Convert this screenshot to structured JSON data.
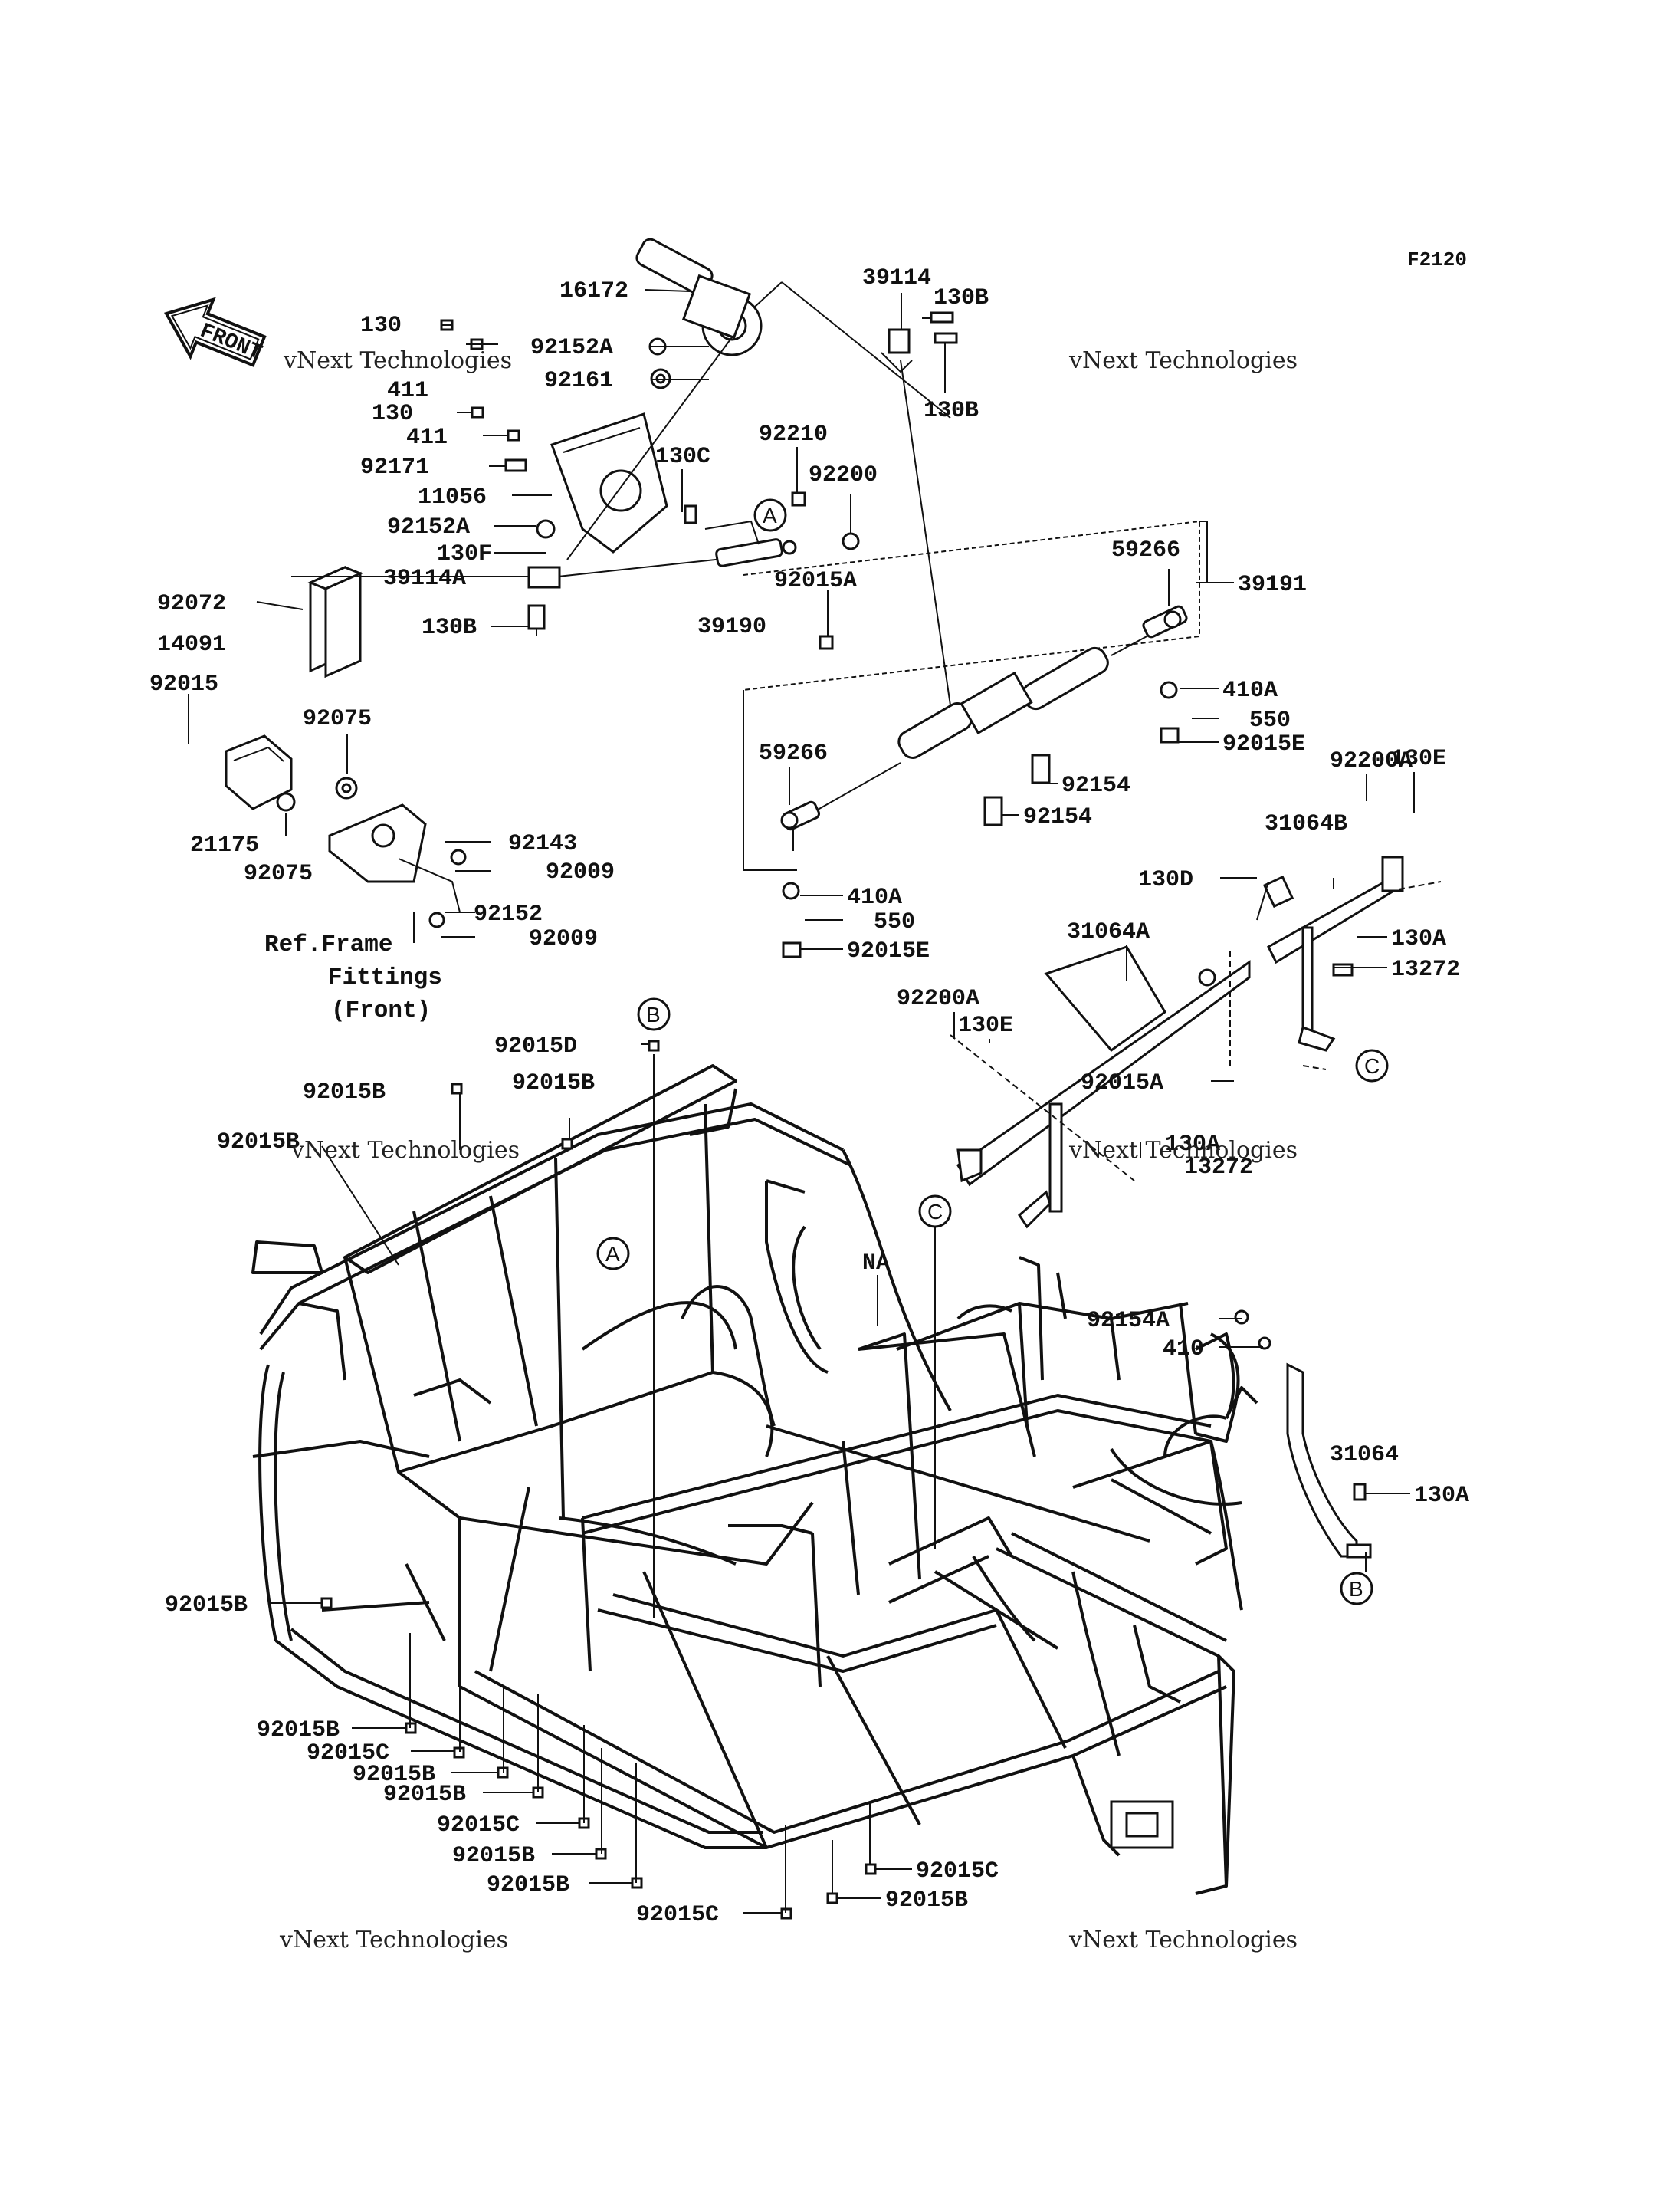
{
  "diagram_code": "F2120",
  "front_arrow_label": "FRONT",
  "labels": [
    {
      "id": "16172",
      "text": "16172"
    },
    {
      "id": "92152A_top",
      "text": "92152A"
    },
    {
      "id": "92161",
      "text": "92161"
    },
    {
      "id": "130_a",
      "text": "130"
    },
    {
      "id": "411_a",
      "text": "411"
    },
    {
      "id": "130_b",
      "text": "130"
    },
    {
      "id": "411_b",
      "text": "411"
    },
    {
      "id": "92171",
      "text": "92171"
    },
    {
      "id": "11056",
      "text": "11056"
    },
    {
      "id": "92152A_mid",
      "text": "92152A"
    },
    {
      "id": "130F",
      "text": "130F"
    },
    {
      "id": "39114A",
      "text": "39114A"
    },
    {
      "id": "130B_left",
      "text": "130B"
    },
    {
      "id": "92072",
      "text": "92072"
    },
    {
      "id": "14091",
      "text": "14091"
    },
    {
      "id": "130C",
      "text": "130C"
    },
    {
      "id": "92210",
      "text": "92210"
    },
    {
      "id": "92200",
      "text": "92200"
    },
    {
      "id": "39190",
      "text": "39190"
    },
    {
      "id": "92015A_top",
      "text": "92015A"
    },
    {
      "id": "39114",
      "text": "39114"
    },
    {
      "id": "130B_top",
      "text": "130B"
    },
    {
      "id": "130B_top2",
      "text": "130B"
    },
    {
      "id": "59266_r",
      "text": "59266"
    },
    {
      "id": "39191",
      "text": "39191"
    },
    {
      "id": "410A_r",
      "text": "410A"
    },
    {
      "id": "550_r",
      "text": "550"
    },
    {
      "id": "92015E_r",
      "text": "92015E"
    },
    {
      "id": "92154_a",
      "text": "92154"
    },
    {
      "id": "92154_b",
      "text": "92154"
    },
    {
      "id": "59266_l",
      "text": "59266"
    },
    {
      "id": "410A_l",
      "text": "410A"
    },
    {
      "id": "550_l",
      "text": "550"
    },
    {
      "id": "92015E_l",
      "text": "92015E"
    },
    {
      "id": "92200A_r",
      "text": "92200A"
    },
    {
      "id": "130E_r",
      "text": "130E"
    },
    {
      "id": "31064B",
      "text": "31064B"
    },
    {
      "id": "130D",
      "text": "130D"
    },
    {
      "id": "31064A",
      "text": "31064A"
    },
    {
      "id": "130A_r",
      "text": "130A"
    },
    {
      "id": "13272",
      "text": "13272"
    },
    {
      "id": "92200A_l",
      "text": "92200A"
    },
    {
      "id": "130E_l",
      "text": "130E"
    },
    {
      "id": "92015A_mid",
      "text": "92015A"
    },
    {
      "id": "130A_mid",
      "text": "130A"
    },
    {
      "id": "13272_mid",
      "text": "13272"
    },
    {
      "id": "92015",
      "text": "92015"
    },
    {
      "id": "92075_a",
      "text": "92075"
    },
    {
      "id": "21175",
      "text": "21175"
    },
    {
      "id": "92075_b",
      "text": "92075"
    },
    {
      "id": "92143",
      "text": "92143"
    },
    {
      "id": "92009_a",
      "text": "92009"
    },
    {
      "id": "92152",
      "text": "92152"
    },
    {
      "id": "92009_b",
      "text": "92009"
    },
    {
      "id": "92015D",
      "text": "92015D"
    },
    {
      "id": "92015B_1",
      "text": "92015B"
    },
    {
      "id": "92015B_2",
      "text": "92015B"
    },
    {
      "id": "92015B_3",
      "text": "92015B"
    },
    {
      "id": "NA",
      "text": "NA"
    },
    {
      "id": "92154A",
      "text": "92154A"
    },
    {
      "id": "410",
      "text": "410"
    },
    {
      "id": "31064",
      "text": "31064"
    },
    {
      "id": "130A_bot",
      "text": "130A"
    },
    {
      "id": "92015B_4",
      "text": "92015B"
    },
    {
      "id": "92015B_5",
      "text": "92015B"
    },
    {
      "id": "92015C_1",
      "text": "92015C"
    },
    {
      "id": "92015B_6",
      "text": "92015B"
    },
    {
      "id": "92015B_7",
      "text": "92015B"
    },
    {
      "id": "92015C_2",
      "text": "92015C"
    },
    {
      "id": "92015B_8",
      "text": "92015B"
    },
    {
      "id": "92015B_9",
      "text": "92015B"
    },
    {
      "id": "92015C_3",
      "text": "92015C"
    },
    {
      "id": "92015C_4",
      "text": "92015C"
    },
    {
      "id": "92015B_10",
      "text": "92015B"
    }
  ],
  "ref_note": {
    "line1": "Ref.Frame",
    "line2": "Fittings",
    "line3": "(Front)"
  },
  "callouts": {
    "A": "A",
    "B": "B",
    "C": "C"
  },
  "watermark": {
    "line1": "vNext Technologies",
    "line2": "vNext\nTechnologies"
  }
}
